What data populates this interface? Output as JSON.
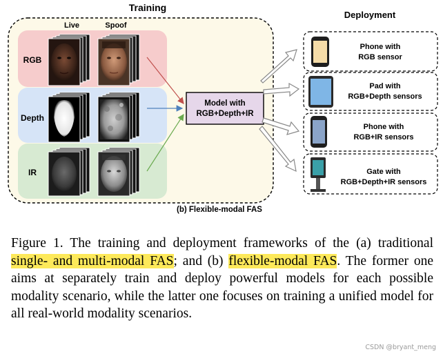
{
  "figure": {
    "training_title": "Training",
    "deployment_title": "Deployment",
    "col_live": "Live",
    "col_spoof": "Spoof",
    "rows": [
      {
        "label": "RGB",
        "color": "#f6cccc"
      },
      {
        "label": "Depth",
        "color": "#d6e4f7"
      },
      {
        "label": "IR",
        "color": "#d7ead2"
      }
    ],
    "model_box": {
      "line1": "Model with",
      "line2": "RGB+Depth+IR",
      "fill": "#e6d7ea"
    },
    "devices": [
      {
        "line1": "Phone with",
        "line2": "RGB sensor"
      },
      {
        "line1": "Pad with",
        "line2": "RGB+Depth sensors"
      },
      {
        "line1": "Phone with",
        "line2": "RGB+IR sensors"
      },
      {
        "line1": "Gate with",
        "line2": "RGB+Depth+IR sensors"
      }
    ],
    "subtitle": "(b) Flexible-modal FAS",
    "panel_color": "#fdf9e8"
  },
  "caption": {
    "p1": "Figure 1.   The training and deployment frameworks of the (a) traditional ",
    "hl1": "single- and multi-modal FAS",
    "p2": "; and (b) ",
    "hl2": "flexible-modal FAS",
    "p3": ". The former one aims at separately train and deploy powerful models for each possible modality scenario, while the latter one focuses on training a unified model for all real-world modality scenarios."
  },
  "watermark": "CSDN @bryant_meng"
}
